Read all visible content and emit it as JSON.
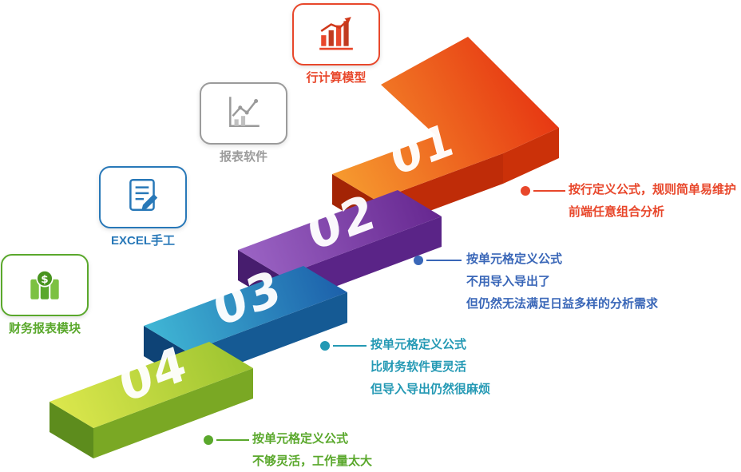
{
  "diagram": {
    "type": "staircase-evolution-infographic",
    "background": "#ffffff",
    "description": "4-step ascending staircase with arrow, icon cards and annotations"
  },
  "steps": [
    {
      "number": "01",
      "label": "行计算模型",
      "icon": "bar-chart-icon",
      "accent": "#e8472b",
      "note_color": "#e8472b",
      "notes": [
        "按行定义公式，规则简单易维护",
        "前端任意组合分析"
      ],
      "colors": {
        "top_from": "#f69a2f",
        "top_to": "#e63311",
        "front": "#bf2c08",
        "cap": "#a32405",
        "head_under": "#cb3109"
      }
    },
    {
      "number": "02",
      "label": "报表软件",
      "icon": "line-chart-icon",
      "accent": "#9b9b9b",
      "note_color": "#3a67b8",
      "notes": [
        "按单元格定义公式",
        "不用导入导出了",
        "但仍然无法满足日益多样的分析需求"
      ],
      "colors": {
        "top_from": "#9d66c6",
        "top_to": "#65268f",
        "front": "#5a2487",
        "cap": "#471d6e"
      }
    },
    {
      "number": "03",
      "label": "EXCEL手工",
      "icon": "document-edit-icon",
      "accent": "#2878b8",
      "note_color": "#2499b4",
      "notes": [
        "按单元格定义公式",
        "比财务软件更灵活",
        "但导入导出仍然很麻烦"
      ],
      "colors": {
        "top_from": "#41b9d6",
        "top_to": "#1b5da9",
        "front": "#155a94",
        "cap": "#0e4376"
      }
    },
    {
      "number": "04",
      "label": "财务报表模块",
      "icon": "money-icon",
      "accent": "#5aa82c",
      "note_color": "#5aa82c",
      "notes": [
        "按单元格定义公式",
        "不够灵活，工作量太大"
      ],
      "colors": {
        "top_from": "#dfe94e",
        "top_to": "#99c22f",
        "front": "#7aa824",
        "cap": "#5d8c1d"
      }
    }
  ]
}
